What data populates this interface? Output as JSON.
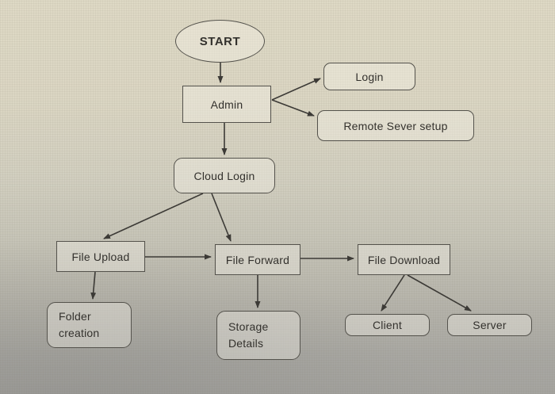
{
  "diagram": {
    "nodes": {
      "start": {
        "label": "START",
        "shape": "ellipse"
      },
      "admin": {
        "label": "Admin",
        "shape": "rectangle"
      },
      "login": {
        "label": "Login",
        "shape": "rounded-rectangle"
      },
      "remote_sever_setup": {
        "label": "Remote Sever setup",
        "shape": "rounded-rectangle"
      },
      "cloud_login": {
        "label": "Cloud Login",
        "shape": "rounded-rectangle"
      },
      "file_upload": {
        "label": "File Upload",
        "shape": "rectangle"
      },
      "file_forward": {
        "label": "File Forward",
        "shape": "rectangle"
      },
      "file_download": {
        "label": "File Download",
        "shape": "rectangle"
      },
      "folder_creation": {
        "label": "Folder creation",
        "line1": "Folder",
        "line2": "creation",
        "shape": "rounded-rectangle"
      },
      "storage_details": {
        "label": "Storage Details",
        "line1": "Storage",
        "line2": "Details",
        "shape": "rounded-rectangle"
      },
      "client": {
        "label": "Client",
        "shape": "rounded-rectangle"
      },
      "server": {
        "label": "Server",
        "shape": "rounded-rectangle"
      }
    },
    "edges": [
      {
        "from": "START",
        "to": "Admin"
      },
      {
        "from": "Admin",
        "to": "Login"
      },
      {
        "from": "Admin",
        "to": "Remote Sever setup"
      },
      {
        "from": "Admin",
        "to": "Cloud Login"
      },
      {
        "from": "Cloud Login",
        "to": "File Upload"
      },
      {
        "from": "Cloud Login",
        "to": "File Forward"
      },
      {
        "from": "File Upload",
        "to": "File Forward"
      },
      {
        "from": "File Upload",
        "to": "Folder creation"
      },
      {
        "from": "File Forward",
        "to": "File Download"
      },
      {
        "from": "File Forward",
        "to": "Storage Details"
      },
      {
        "from": "File Download",
        "to": "Client"
      },
      {
        "from": "File Download",
        "to": "Server"
      }
    ],
    "colors": {
      "line": "#3c3a36",
      "border": "#54524c",
      "text": "#33312d",
      "background_top": "#ded9c5",
      "background_bottom": "#a5a4a0"
    }
  }
}
